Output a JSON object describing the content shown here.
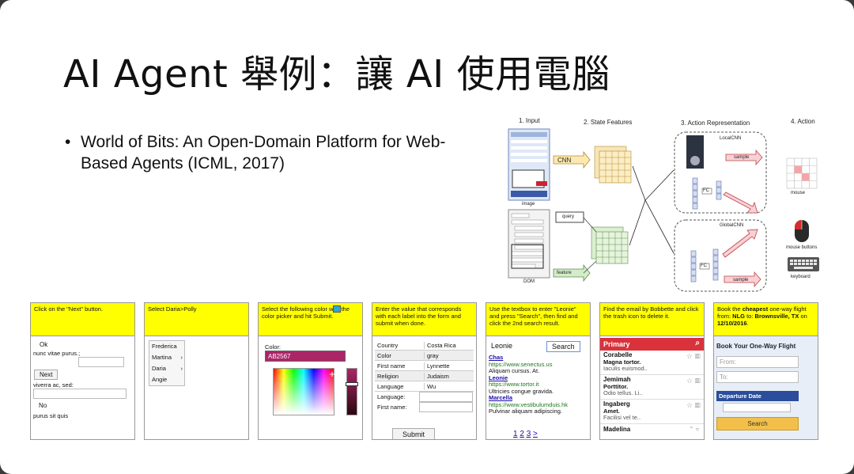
{
  "slide": {
    "title": "AI Agent 舉例：讓 AI 使用電腦",
    "bullet": "World of Bits: An Open-Domain Platform for Web-Based Agents (ICML, 2017)"
  },
  "diagram": {
    "col1": "1. Input",
    "col2": "2. State Features",
    "col3": "3. Action Representation",
    "col4": "4. Action",
    "image_label": "image",
    "dom_label": "DOM",
    "cnn": "CNN",
    "query": "query",
    "feature": "feature",
    "local_cnn": "LocalCNN",
    "global_cnn": "GlobalCNN",
    "sample": "sample",
    "fc": "FC",
    "mouse": "mouse",
    "mouse_buttons": "mouse buttons",
    "keyboard": "keyboard"
  },
  "tasks": {
    "t1": {
      "instruction": "Click on the \"Next\" button.",
      "ok": "Ok",
      "text1": "nunc vitae purus.;",
      "next": "Next",
      "text2": "viverra ac, sed:",
      "no": "No",
      "text3": "purus sit quis"
    },
    "t2": {
      "instruction": "Select Daria>Polly",
      "items": [
        "Frederica",
        "Martina",
        "Daria",
        "Angie"
      ]
    },
    "t3": {
      "instruction": "Select the following color with the color picker and hit Submit.",
      "color_label": "Color:",
      "color_value": "AB2567",
      "target_color": "#2fa8d8"
    },
    "t4": {
      "instruction": "Enter the value that corresponds with each label into the form and submit when done.",
      "rows": [
        [
          "Country",
          "Costa Rica"
        ],
        [
          "Color",
          "gray"
        ],
        [
          "First name",
          "Lynnette"
        ],
        [
          "Religion",
          "Judaism"
        ],
        [
          "Language",
          "Wu"
        ]
      ],
      "labels": [
        "Language:",
        "First name:"
      ],
      "submit": "Submit"
    },
    "t5": {
      "instruction": "Use the textbox to enter \"Leonie\" and press \"Search\", then find and click the 2nd search result.",
      "query": "Leonie",
      "search": "Search",
      "results": [
        {
          "title": "Chas",
          "url": "https://www.senectus.us",
          "desc": "Aliquam cursus. At."
        },
        {
          "title": "Leonie",
          "url": "https://www.tortor.it",
          "desc": "Ultricies congue gravida."
        },
        {
          "title": "Marcella",
          "url": "https://www.vestibulumduis.hk",
          "desc": "Pulvinar aliquam adipiscing."
        }
      ],
      "pages": [
        "1",
        "2",
        "3",
        ">"
      ]
    },
    "t6": {
      "instruction": "Find the email by Bobbette and click the trash icon to delete it.",
      "primary": "Primary",
      "emails": [
        {
          "name": "Corabelle",
          "subject": "Magna tortor.",
          "preview": "Iaculis euismod.."
        },
        {
          "name": "Jemimah",
          "subject": "Porttitor.",
          "preview": "Odio tellus. Li.."
        },
        {
          "name": "Ingaberg",
          "subject": "Amet.",
          "preview": "Facilisi vel te.."
        },
        {
          "name": "Madelina",
          "subject": "",
          "preview": ""
        }
      ]
    },
    "t7": {
      "instruction_pre": "Book the ",
      "instruction_bold": "cheapest",
      "instruction_mid": " one-way flight from: ",
      "from": "NLG",
      "to_word": " to: ",
      "to": "Brownsville, TX",
      "on": " on ",
      "date": "12/10/2016",
      "end": ".",
      "heading": "Book Your One-Way Flight",
      "from_ph": "From:",
      "to_ph": "To:",
      "dep_date": "Departure Date",
      "search": "Search"
    }
  }
}
